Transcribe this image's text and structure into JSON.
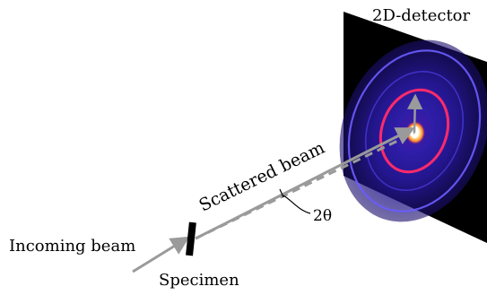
{
  "labels": {
    "detector": "2D-detector",
    "scattered_beam": "Scattered beam",
    "two_theta": "2θ",
    "incoming_beam": "Incoming beam",
    "specimen": "Specimen"
  },
  "colors": {
    "beam": "#9a9a9a",
    "detector_background": "#000000",
    "inner_ring": "#ff2a6a",
    "outer_ring": "#5a4bff",
    "halo": "#2a1a9e",
    "center_spot": "#fff3c0",
    "specimen": "#000000"
  }
}
